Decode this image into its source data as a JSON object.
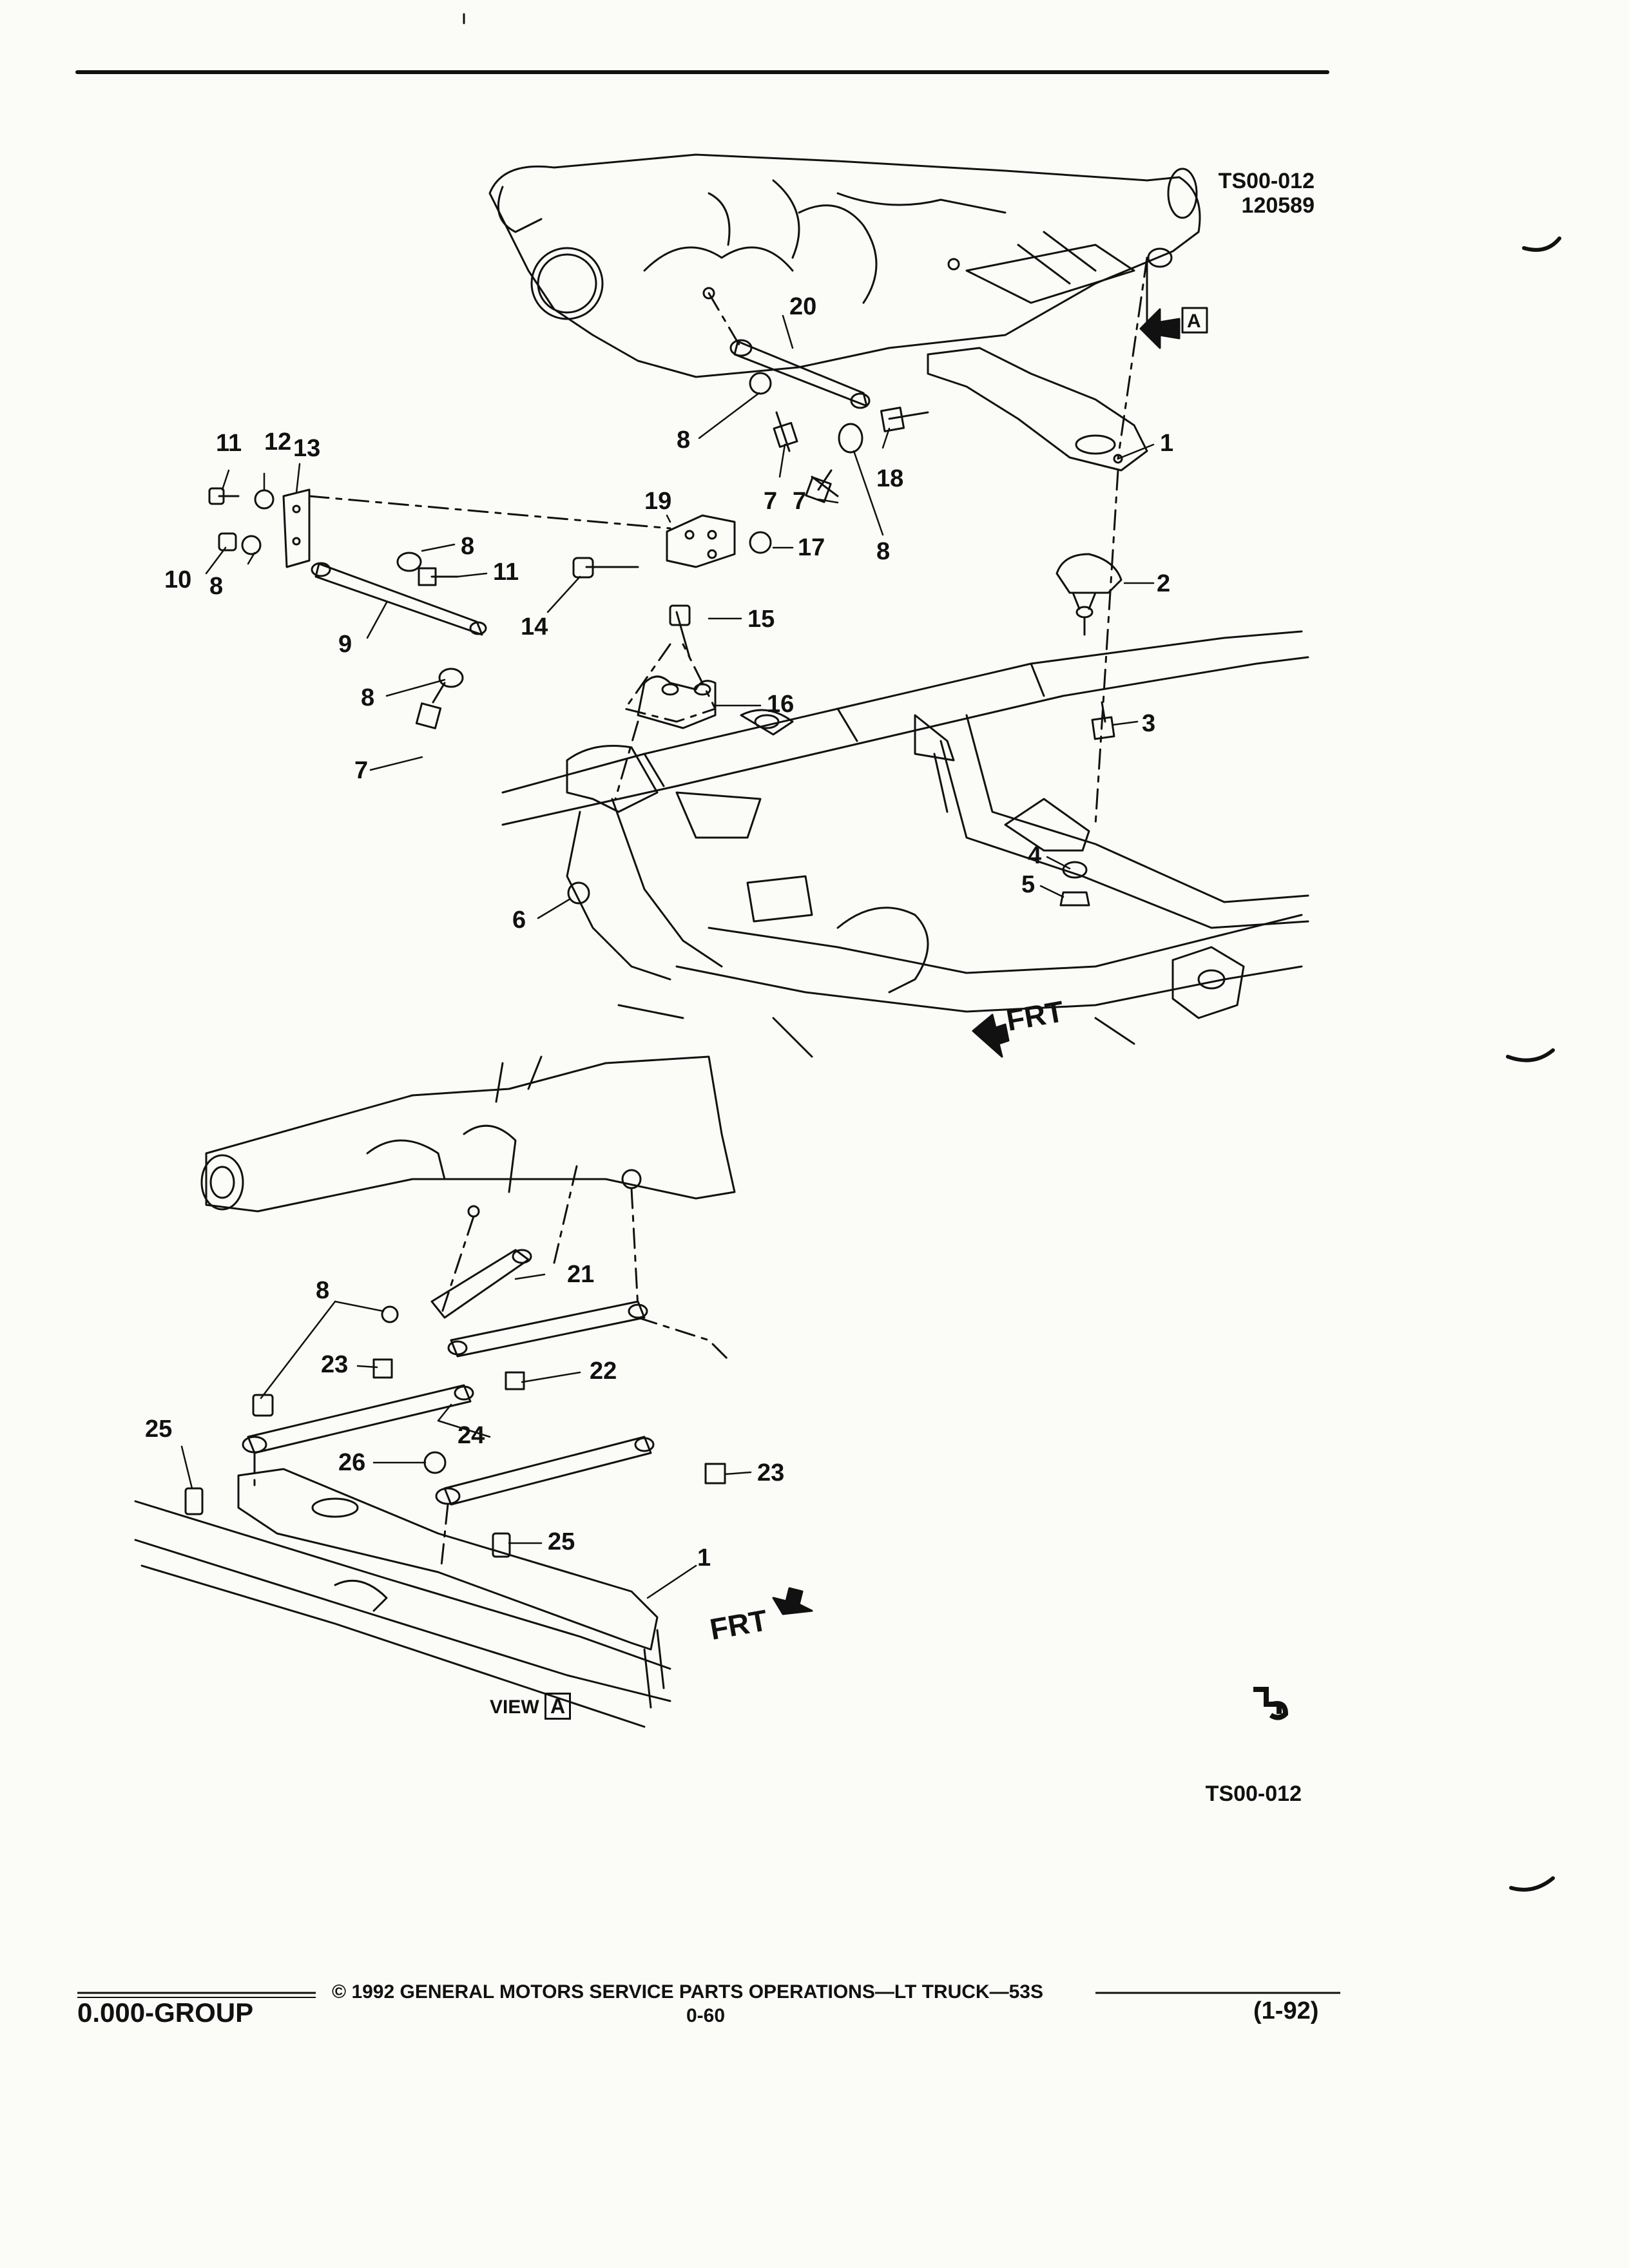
{
  "header": {
    "illustration_code": "TS00-012",
    "date_code": "120589"
  },
  "callouts": [
    "1",
    "2",
    "3",
    "4",
    "5",
    "6",
    "7",
    "7",
    "7",
    "8",
    "8",
    "8",
    "8",
    "8",
    "8",
    "9",
    "10",
    "11",
    "11",
    "12",
    "13",
    "14",
    "15",
    "16",
    "17",
    "18",
    "19",
    "20",
    "21",
    "22",
    "23",
    "23",
    "24",
    "25",
    "25",
    "26",
    "1"
  ],
  "arrows": {
    "front_upper": "FRT",
    "front_lower": "FRT",
    "view_marker": "A"
  },
  "view": {
    "label": "VIEW",
    "box": "A"
  },
  "bottom_code": "TS00-012",
  "footer": {
    "copyright": "© 1992 GENERAL MOTORS SERVICE PARTS OPERATIONS—LT TRUCK—53S",
    "group": "0.000-GROUP",
    "page": "0-60",
    "revision": "(1-92)"
  }
}
